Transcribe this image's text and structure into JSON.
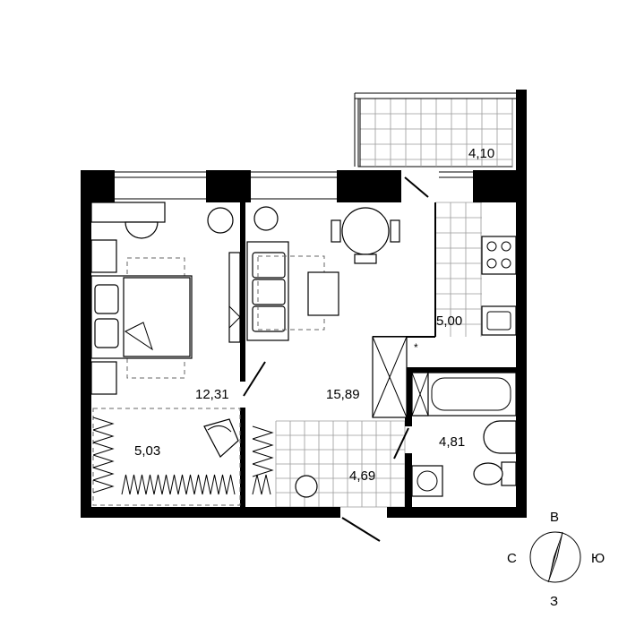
{
  "rooms": [
    {
      "name": "balcony",
      "area": "4,10"
    },
    {
      "name": "bedroom",
      "area": "12,31"
    },
    {
      "name": "living",
      "area": "15,89"
    },
    {
      "name": "kitchen",
      "area": "5,00"
    },
    {
      "name": "wardrobe",
      "area": "5,03"
    },
    {
      "name": "hall",
      "area": "4,69"
    },
    {
      "name": "bathroom",
      "area": "4,81"
    }
  ],
  "compass": {
    "north": "В",
    "west": "С",
    "east": "Ю",
    "south": "З"
  },
  "colors": {
    "wall": "#000000",
    "tile": "#9a9a9a"
  }
}
